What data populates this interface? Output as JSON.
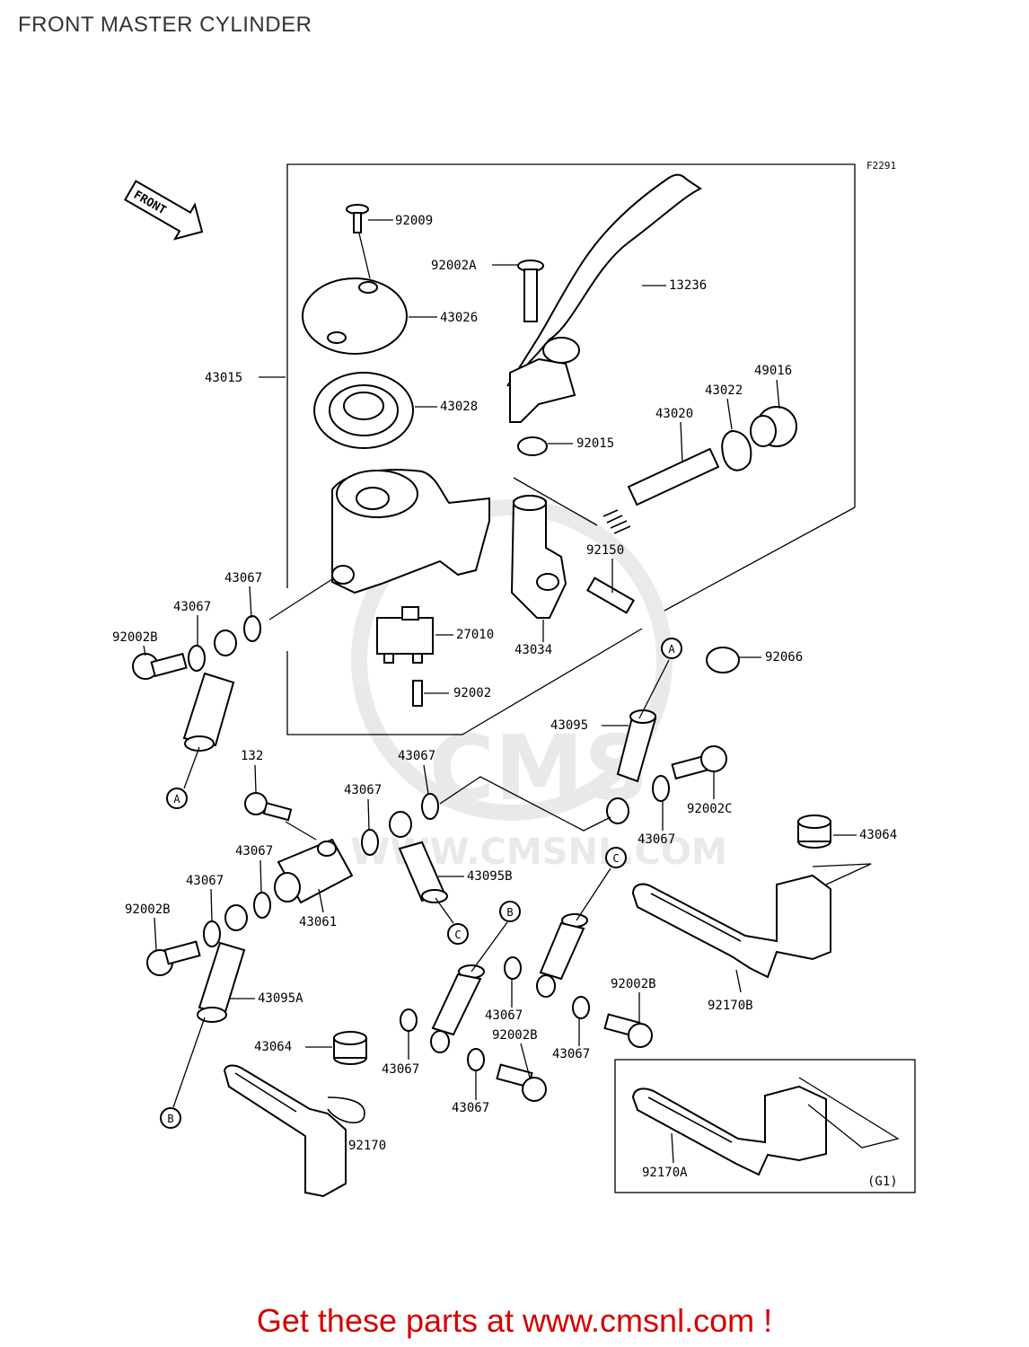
{
  "page": {
    "title": "FRONT MASTER CYLINDER",
    "figure_code": "F2291",
    "front_arrow": "FRONT",
    "group_tag": "(G1)",
    "watermark": "WWW.CMSNL.COM",
    "footer": "Get these parts at www.cmsnl.com !"
  },
  "colors": {
    "footer": "#d40000",
    "title": "#333333",
    "watermark": "#d8d8d8"
  },
  "callouts": [
    "A",
    "A",
    "B",
    "B",
    "C",
    "C"
  ],
  "parts": [
    "92009",
    "92002A",
    "13236",
    "43026",
    "43015",
    "43028",
    "49016",
    "43022",
    "43020",
    "92015",
    "92150",
    "43067",
    "43067",
    "92002B",
    "27010",
    "43034",
    "92066",
    "92002",
    "43095",
    "132",
    "43067",
    "43067",
    "92002C",
    "43067",
    "43064",
    "43067",
    "43095B",
    "43067",
    "43061",
    "92002B",
    "43095A",
    "43067",
    "92002B",
    "92170B",
    "43067",
    "92002B",
    "43064",
    "43067",
    "43067",
    "92170",
    "92170A"
  ]
}
